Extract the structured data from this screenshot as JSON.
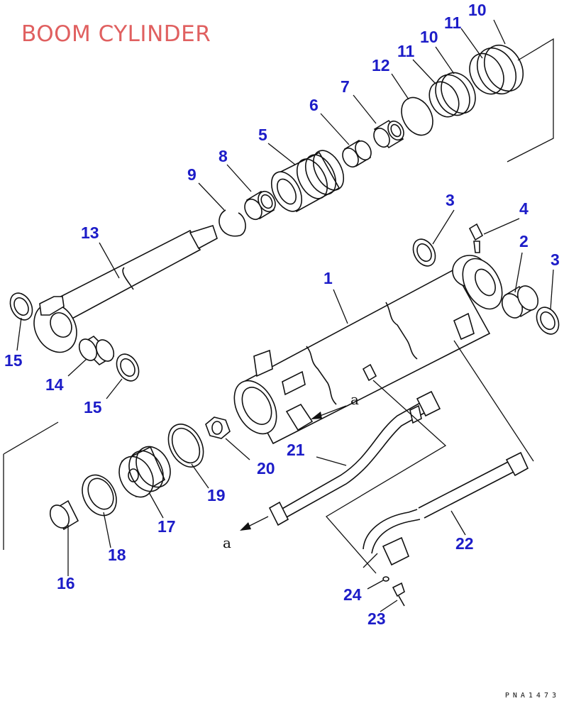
{
  "title": "BOOM CYLINDER",
  "drawing_code": "PNA1473",
  "part_label_color": "#1c1cc8",
  "title_color": "#e06060",
  "callouts": {
    "p1": "1",
    "p2": "2",
    "p3a": "3",
    "p3b": "3",
    "p4": "4",
    "p5": "5",
    "p6": "6",
    "p7": "7",
    "p8": "8",
    "p9": "9",
    "p10a": "10",
    "p10b": "10",
    "p11a": "11",
    "p11b": "11",
    "p12": "12",
    "p13": "13",
    "p14": "14",
    "p15a": "15",
    "p15b": "15",
    "p16": "16",
    "p17": "17",
    "p18": "18",
    "p19": "19",
    "p20": "20",
    "p21": "21",
    "p22": "22",
    "p23": "23",
    "p24": "24"
  },
  "port_refs": {
    "upper": "a",
    "lower": "a"
  }
}
